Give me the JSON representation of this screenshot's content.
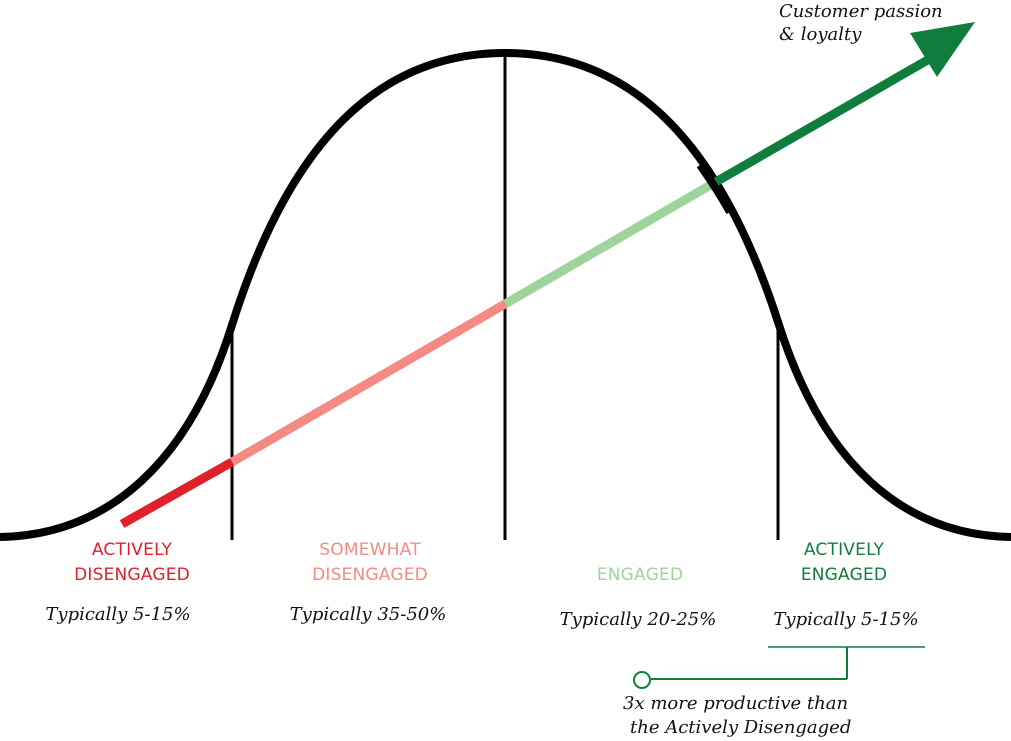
{
  "diagram": {
    "type": "bell-curve-engagement",
    "colors": {
      "curve": "#000000",
      "actively_disengaged": "#e0202a",
      "somewhat_disengaged": "#f58a85",
      "engaged": "#9ed49c",
      "actively_engaged": "#0f7d3e"
    },
    "arrow_label": {
      "line1": "Customer passion",
      "line2": "& loyalty"
    },
    "segments": [
      {
        "id": "actively-disengaged",
        "label_line1": "ACTIVELY",
        "label_line2": "DISENGAGED",
        "range": "Typically 5-15%"
      },
      {
        "id": "somewhat-disengaged",
        "label_line1": "SOMEWHAT",
        "label_line2": "DISENGAGED",
        "range": "Typically 35-50%"
      },
      {
        "id": "engaged",
        "label_line1": "",
        "label_line2": "ENGAGED",
        "range": "Typically 20-25%"
      },
      {
        "id": "actively-engaged",
        "label_line1": "ACTIVELY",
        "label_line2": "ENGAGED",
        "range": "Typically 5-15%"
      }
    ],
    "callout": {
      "line1": "3x more productive than",
      "line2": "the Actively Disengaged"
    }
  }
}
